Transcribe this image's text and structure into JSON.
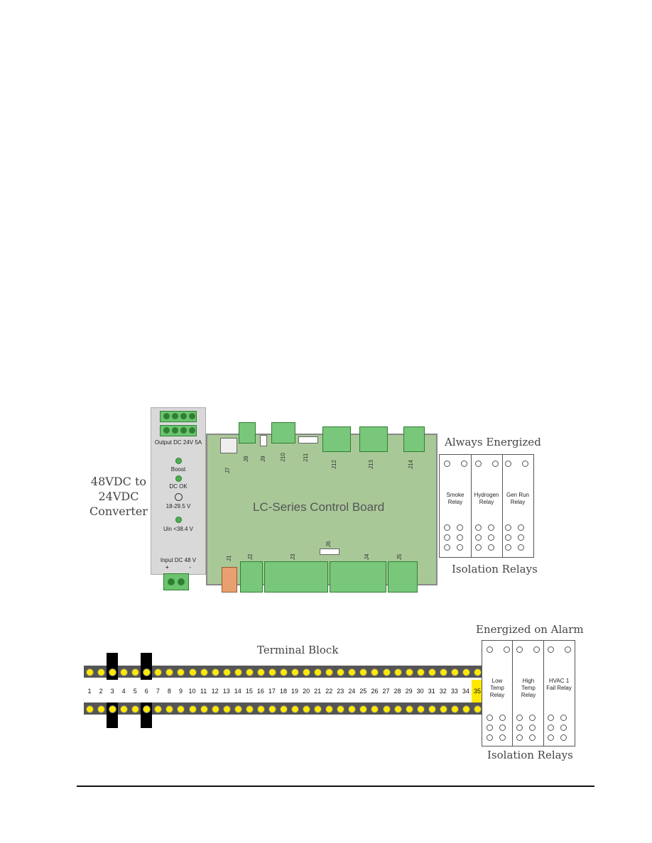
{
  "converter": {
    "side_label_1": "48VDC to",
    "side_label_2": "24VDC",
    "side_label_3": "Converter",
    "output_label": "Output DC 24V 5A",
    "boost_label": "Boost",
    "dcok_label": "DC OK",
    "range_label": "18-29.5 V",
    "uin_label": "Uin <38.4 V",
    "input_label": "Input DC 48 V",
    "plus_label": "+",
    "minus_label": "-"
  },
  "board": {
    "title": "LC-Series Control Board",
    "connectors_top": [
      "J7",
      "J8",
      "J9",
      "J10",
      "J11",
      "J12",
      "J13",
      "J14"
    ],
    "connectors_bottom": [
      "J1",
      "J2",
      "J3",
      "J6",
      "J4",
      "J5"
    ]
  },
  "relays_top": {
    "title": "Always Energized",
    "footer": "Isolation Relays",
    "relays": [
      "Smoke Relay",
      "Hydrogen Relay",
      "Gen Run Relay"
    ]
  },
  "relays_bottom": {
    "title": "Energized on Alarm",
    "footer": "Isolation Relays",
    "relays": [
      "Low Temp Relay",
      "High Temp Relay",
      "HVAC 1 Fail Relay"
    ]
  },
  "terminal_block": {
    "title": "Terminal Block",
    "terminals": [
      "1",
      "2",
      "3",
      "4",
      "5",
      "6",
      "7",
      "8",
      "9",
      "10",
      "11",
      "12",
      "13",
      "14",
      "15",
      "16",
      "17",
      "18",
      "19",
      "20",
      "21",
      "22",
      "23",
      "24",
      "25",
      "26",
      "27",
      "28",
      "29",
      "30",
      "31",
      "32",
      "33",
      "34",
      "35"
    ],
    "highlighted": "35",
    "jumpered": [
      "3",
      "6"
    ],
    "highlight_color": "#ffe900"
  }
}
